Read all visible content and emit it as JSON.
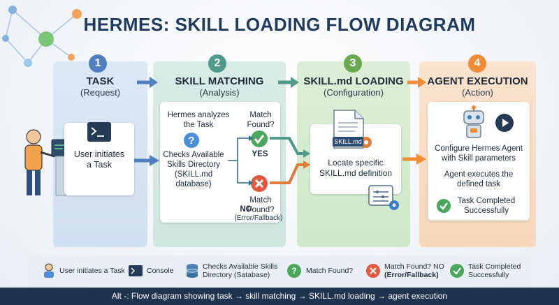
{
  "title": "HERMES: SKILL LOADING FLOW DIAGRAM",
  "steps": [
    {
      "num": "1",
      "title": "TASK",
      "subtitle": "(Request)",
      "body": "User initiates a Task"
    },
    {
      "num": "2",
      "title": "SKILL MATCHING",
      "subtitle": "(Analysis)",
      "analyze": "Hermes analyzes the Task",
      "checks": "Checks Available Skills Directory (SKILL.md database)",
      "match_q": "Match Found?",
      "yes": "YES",
      "nomatch_q": "Match Found?",
      "no": "NO",
      "fallback": "(Error/Fallback)"
    },
    {
      "num": "3",
      "title": "SKILL.md LOADING",
      "subtitle": "(Configuration)",
      "file_label": "SKILL.md",
      "body": "Locate specific SKILL.md definition"
    },
    {
      "num": "4",
      "title": "AGENT EXECUTION",
      "subtitle": "(Action)",
      "configure": "Configure Hermes Agent with Skill parameters",
      "executes": "Agent executes the defined task",
      "completed": "Task Completed Successfully"
    }
  ],
  "legend": [
    {
      "icon": "user-icon",
      "text": "User initiates a Task"
    },
    {
      "icon": "console-icon",
      "text": "Console"
    },
    {
      "icon": "database-icon",
      "text": "Checks Available Skills Directory (Satabase)"
    },
    {
      "icon": "question-icon",
      "text": "Match Found?"
    },
    {
      "icon": "x-circle-icon",
      "text": "Match Found? NO",
      "text2": "(Error/Fallback)"
    },
    {
      "icon": "check-circle-icon",
      "text": "Task Completed Successfully"
    }
  ],
  "footer": "Alt -: Flow diagram showing task → skill matching → SKILL.md loading → agent execution",
  "colors": {
    "step1": "#4d7fc2",
    "step2": "#4f9a8a",
    "step3": "#6aaa4f",
    "step4": "#f08b36",
    "footer": "#1e3350"
  }
}
